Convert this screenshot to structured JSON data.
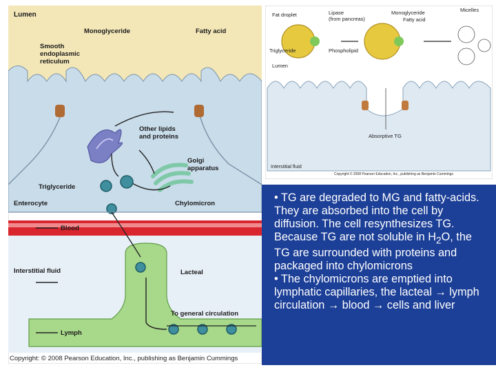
{
  "left_diagram": {
    "labels": {
      "lumen": "Lumen",
      "monoglyceride": "Monoglyceride",
      "fatty_acid": "Fatty acid",
      "ser_line1": "Smooth",
      "ser_line2": "endoplasmic",
      "ser_line3": "reticulum",
      "other_line1": "Other lipids",
      "other_line2": "and proteins",
      "golgi_line1": "Golgi",
      "golgi_line2": "apparatus",
      "triglyceride": "Triglyceride",
      "enterocyte": "Enterocyte",
      "chylomicron": "Chylomicron",
      "blood": "Blood",
      "interstitial_fluid": "Interstitial fluid",
      "lacteal": "Lacteal",
      "to_general_circulation": "To general circulation",
      "lymph": "Lymph"
    },
    "copyright": "Copyright: © 2008 Pearson Education, Inc., publishing as Benjamin Cummings"
  },
  "right_diagram": {
    "labels": {
      "fat_droplet": "Fat droplet",
      "lipase_line1": "Lipase",
      "lipase_line2": "(from pancreas)",
      "monoglyceride": "Monoglyceride",
      "fatty_acid": "Fatty acid",
      "micelles": "Micelles",
      "triglyceride": "Triglyceride",
      "phospholipid": "Phospholipid",
      "lumen": "Lumen",
      "absorptive_tg": "Absorptive TG",
      "interstitial_fluid": "Interstitial fluid"
    },
    "copyright": "Copyright © 2008 Pearson Education, Inc., publishing as Benjamin Cummings"
  },
  "text_panel": {
    "p1_part1": "• TG are degraded to MG and fatty-acids. They are absorbed into the cell by diffusion. The cell resynthesizes TG.  Because TG are not soluble in H",
    "p1_sub": "2",
    "p1_part2": "O, the TG are surrounded with proteins  and packaged into chylomicrons",
    "p2_part1": "• The chylomicrons are emptied into lymphatic capillaries, the lacteal ",
    "p2_part2": " lymph circulation ",
    "p2_part3": " blood ",
    "p2_part4": " cells and liver",
    "arrow": "→"
  },
  "colors": {
    "lumen_bg": "#f3e7b8",
    "cell_fill": "#c9dcea",
    "blood_band": "#d9252e",
    "lacteal": "#a8d88a",
    "chylomicron": "#3f8f9e",
    "panel_bg": "#1c3f97"
  }
}
